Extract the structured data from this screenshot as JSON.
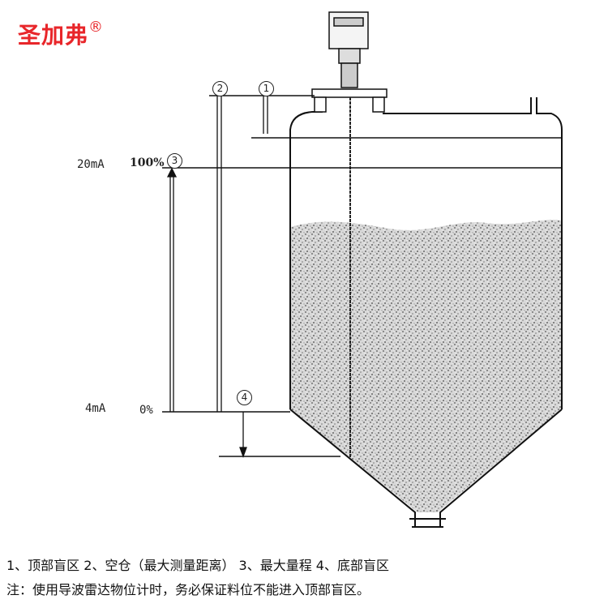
{
  "logo": {
    "text": "圣加弗",
    "mark": "®",
    "color": "#e8262a"
  },
  "labels": {
    "top_current": "20mA",
    "top_percent": "100%",
    "bottom_current": "4mA",
    "bottom_percent": "0%"
  },
  "markers": {
    "m1": "1",
    "m2": "2",
    "m3": "3",
    "m4": "4"
  },
  "legend": "1、顶部盲区 2、空仓（最大测量距离） 3、最大量程 4、底部盲区",
  "note": "注：使用导波雷达物位计时，务必保证料位不能进入顶部盲区。"
}
